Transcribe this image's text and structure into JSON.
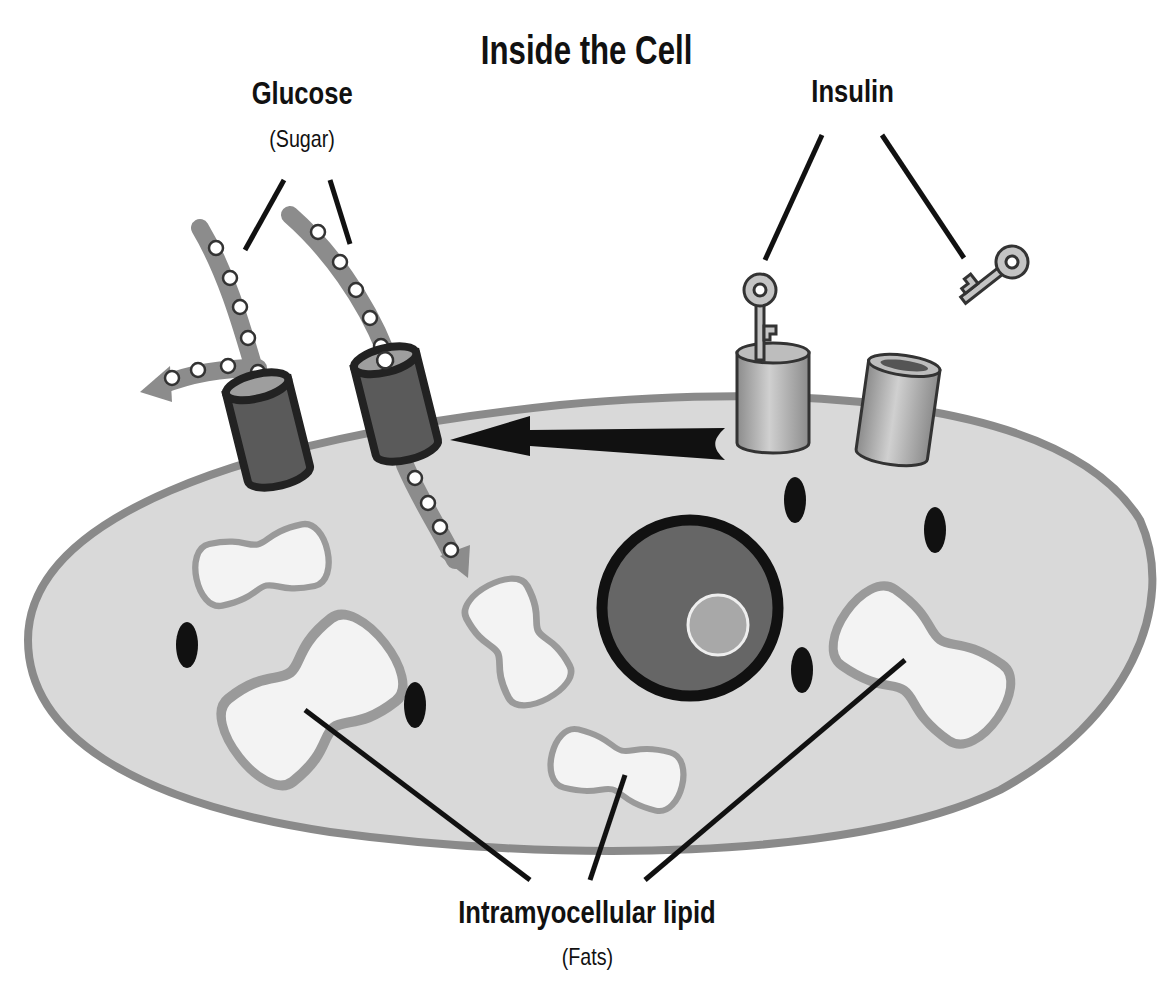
{
  "diagram": {
    "title": "Inside the Cell",
    "labels": [
      "Glucose",
      "(Sugar)",
      "Insulin",
      "Intramyocellular lipid",
      "(Fats)"
    ]
  }
}
